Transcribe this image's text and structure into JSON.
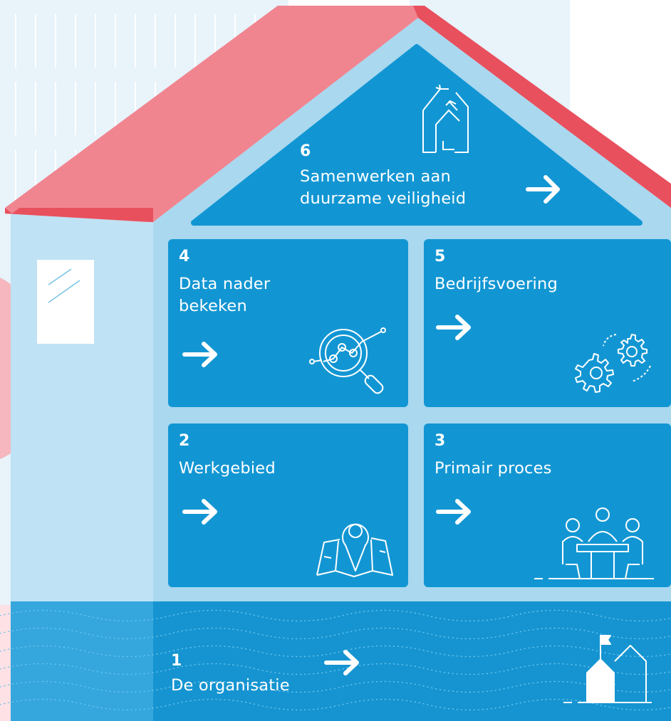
{
  "house": {
    "roof": {
      "number": "6",
      "title": "Samenwerken aan\nduurzame veiligheid",
      "icon": "circular-house-icon"
    },
    "tiles": [
      {
        "id": "4",
        "number": "4",
        "title": "Data nader\nbekeken",
        "icon": "magnifier-data-icon"
      },
      {
        "id": "5",
        "number": "5",
        "title": "Bedrijfsvoering",
        "icon": "gears-icon"
      },
      {
        "id": "2",
        "number": "2",
        "title": "Werkgebied",
        "icon": "map-pin-icon"
      },
      {
        "id": "3",
        "number": "3",
        "title": "Primair proces",
        "icon": "meeting-table-icon"
      }
    ],
    "foundation": {
      "number": "1",
      "title": "De organisatie",
      "icon": "house-flag-icon"
    }
  },
  "colors": {
    "roof": "#ef5a67",
    "roof_top": "#f08590",
    "wall": "#b8e0f3",
    "tile": "#1296d3",
    "foundation": "#1594d1",
    "background_panel": "#e5f2fa"
  }
}
